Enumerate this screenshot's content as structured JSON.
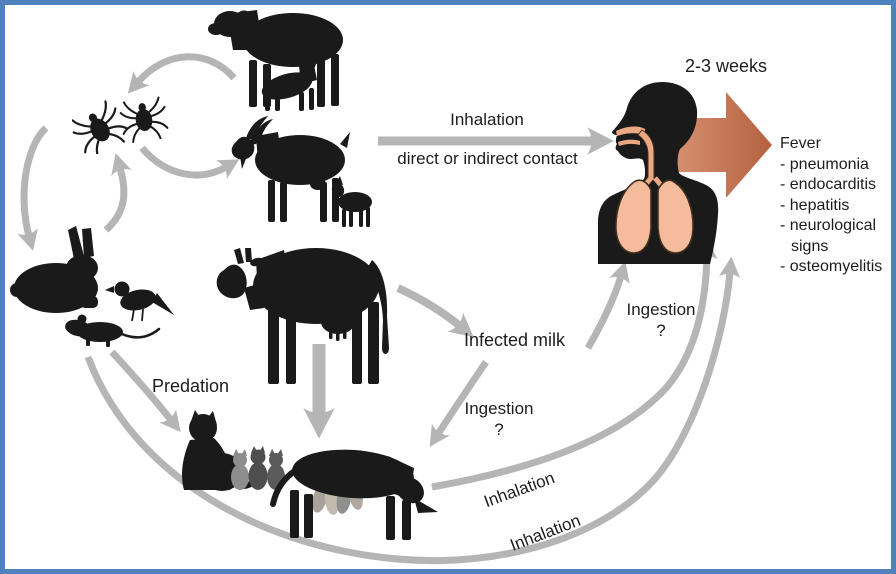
{
  "labels": {
    "incubation": "2-3 weeks",
    "inhalation_top": "Inhalation",
    "contact": "direct or indirect contact",
    "infected_milk": "Infected milk",
    "ingestion_human": "Ingestion",
    "ingestion_human_q": "?",
    "ingestion_animal": "Ingestion",
    "ingestion_animal_q": "?",
    "predation": "Predation",
    "inhalation_curve_upper": "Inhalation",
    "inhalation_curve_lower": "Inhalation"
  },
  "symptoms": {
    "title": "Fever",
    "items": [
      "- pneumonia",
      "- endocarditis",
      "- hepatitis",
      "- neurological",
      "signs",
      "- osteomyelitis"
    ]
  },
  "icons": {
    "ticks": "two-ticks-silhouette",
    "sheep": "sheep-with-suckling-lamb-silhouette",
    "goat": "goat-with-kid-silhouette",
    "cow": "cow-silhouette",
    "wildlife": "rabbit-bird-rodent-silhouettes",
    "cat": "cat-with-kittens-silhouette",
    "dog": "dog-with-puppies-silhouette",
    "human": "human-respiratory-tract-silhouette",
    "incubation_arrow": "orange-block-arrow"
  },
  "colors": {
    "border": "#4f81bd",
    "arrow_gray": "#b5b5b5",
    "accent_orange_light": "#d6906f",
    "accent_orange_dark": "#b4613f",
    "silhouette": "#1a1a1a",
    "lung_salmon": "#f4bb9d"
  }
}
